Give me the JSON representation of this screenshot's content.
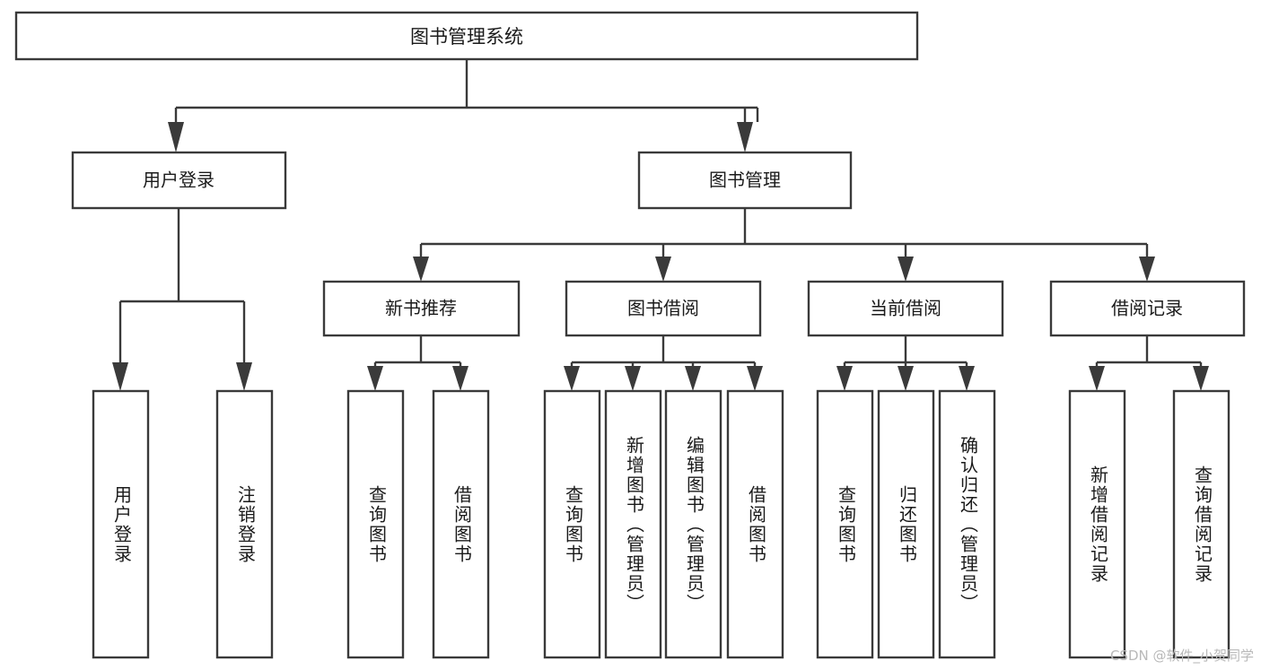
{
  "diagram": {
    "title": "图书管理系统",
    "type": "tree-hierarchy-diagram",
    "colors": {
      "stroke": "#3a3a3a",
      "fill": "#ffffff",
      "text": "#1a1a1a",
      "watermark": "#b9b9b9"
    },
    "root": {
      "label": "图书管理系统"
    },
    "level2": [
      {
        "label": "用户登录"
      },
      {
        "label": "图书管理"
      }
    ],
    "level3": [
      {
        "label": "新书推荐"
      },
      {
        "label": "图书借阅"
      },
      {
        "label": "当前借阅"
      },
      {
        "label": "借阅记录"
      }
    ],
    "leaves": {
      "user_login": [
        {
          "label": "用户登录"
        },
        {
          "label": "注销登录"
        }
      ],
      "new_book_recommend": [
        {
          "label": "查询图书"
        },
        {
          "label": "借阅图书"
        }
      ],
      "book_borrow": [
        {
          "label": "查询图书"
        },
        {
          "label": "新增图书（管理员）"
        },
        {
          "label": "编辑图书（管理员）"
        },
        {
          "label": "借阅图书"
        }
      ],
      "current_borrow": [
        {
          "label": "查询图书"
        },
        {
          "label": "归还图书"
        },
        {
          "label": "确认归还（管理员）"
        }
      ],
      "borrow_records": [
        {
          "label": "新增借阅记录"
        },
        {
          "label": "查询借阅记录"
        }
      ]
    }
  },
  "watermark": {
    "text": "CSDN @软件_小贺同学"
  }
}
